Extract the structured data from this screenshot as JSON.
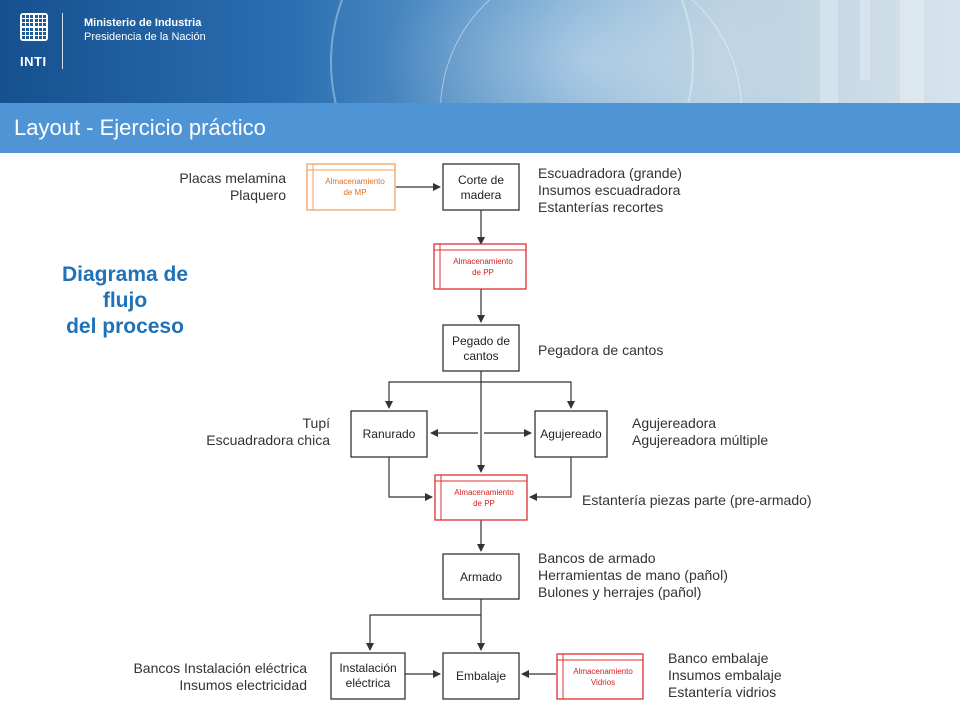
{
  "header": {
    "logo_text": "INTI",
    "ministry_line1": "Ministerio de Industria",
    "ministry_line2": "Presidencia de la Nación"
  },
  "slide_title": "Layout - Ejercicio práctico",
  "diagram_heading": {
    "line1": "Diagrama de",
    "line2": "flujo",
    "line3": "del proceso"
  },
  "nodes": {
    "almacen_mp": {
      "line1": "Almacenamiento",
      "line2": "de MP"
    },
    "corte": {
      "line1": "Corte de",
      "line2": "madera"
    },
    "almacen_pp1": {
      "line1": "Almacenamiento",
      "line2": "de PP"
    },
    "pegado": {
      "line1": "Pegado de",
      "line2": "cantos"
    },
    "ranurado": {
      "line1": "Ranurado"
    },
    "agujereado": {
      "line1": "Agujereado"
    },
    "almacen_pp2": {
      "line1": "Almacenamiento",
      "line2": "de PP"
    },
    "armado": {
      "line1": "Armado"
    },
    "instalacion": {
      "line1": "Instalación",
      "line2": "eléctrica"
    },
    "embalaje": {
      "line1": "Embalaje"
    },
    "almacen_vid": {
      "line1": "Almacenamiento",
      "line2": "Vidrios"
    }
  },
  "labels": {
    "mp": [
      "Placas melamina",
      "Plaquero"
    ],
    "corte": [
      "Escuadradora (grande)",
      "Insumos escuadradora",
      "Estanterías recortes"
    ],
    "pegado": [
      "Pegadora de cantos"
    ],
    "ranurado": [
      "Tupí",
      "Escuadradora chica"
    ],
    "agujereado": [
      "Agujereadora",
      "Agujereadora múltiple"
    ],
    "pp2": [
      "Estantería piezas parte (pre-armado)"
    ],
    "armado": [
      "Bancos de armado",
      "Herramientas de mano (pañol)",
      "Bulones y herrajes (pañol)"
    ],
    "instalacion": [
      "Bancos Instalación eléctrica",
      "Insumos electricidad"
    ],
    "embalaje": [
      "Banco embalaje",
      "Insumos embalaje",
      "Estantería vidrios"
    ]
  },
  "colors": {
    "process_border": "#333333",
    "storage_mp": "#f0a060",
    "storage_red": "#e03030",
    "title_bar": "#4f95d6",
    "heading": "#1f72b8"
  }
}
